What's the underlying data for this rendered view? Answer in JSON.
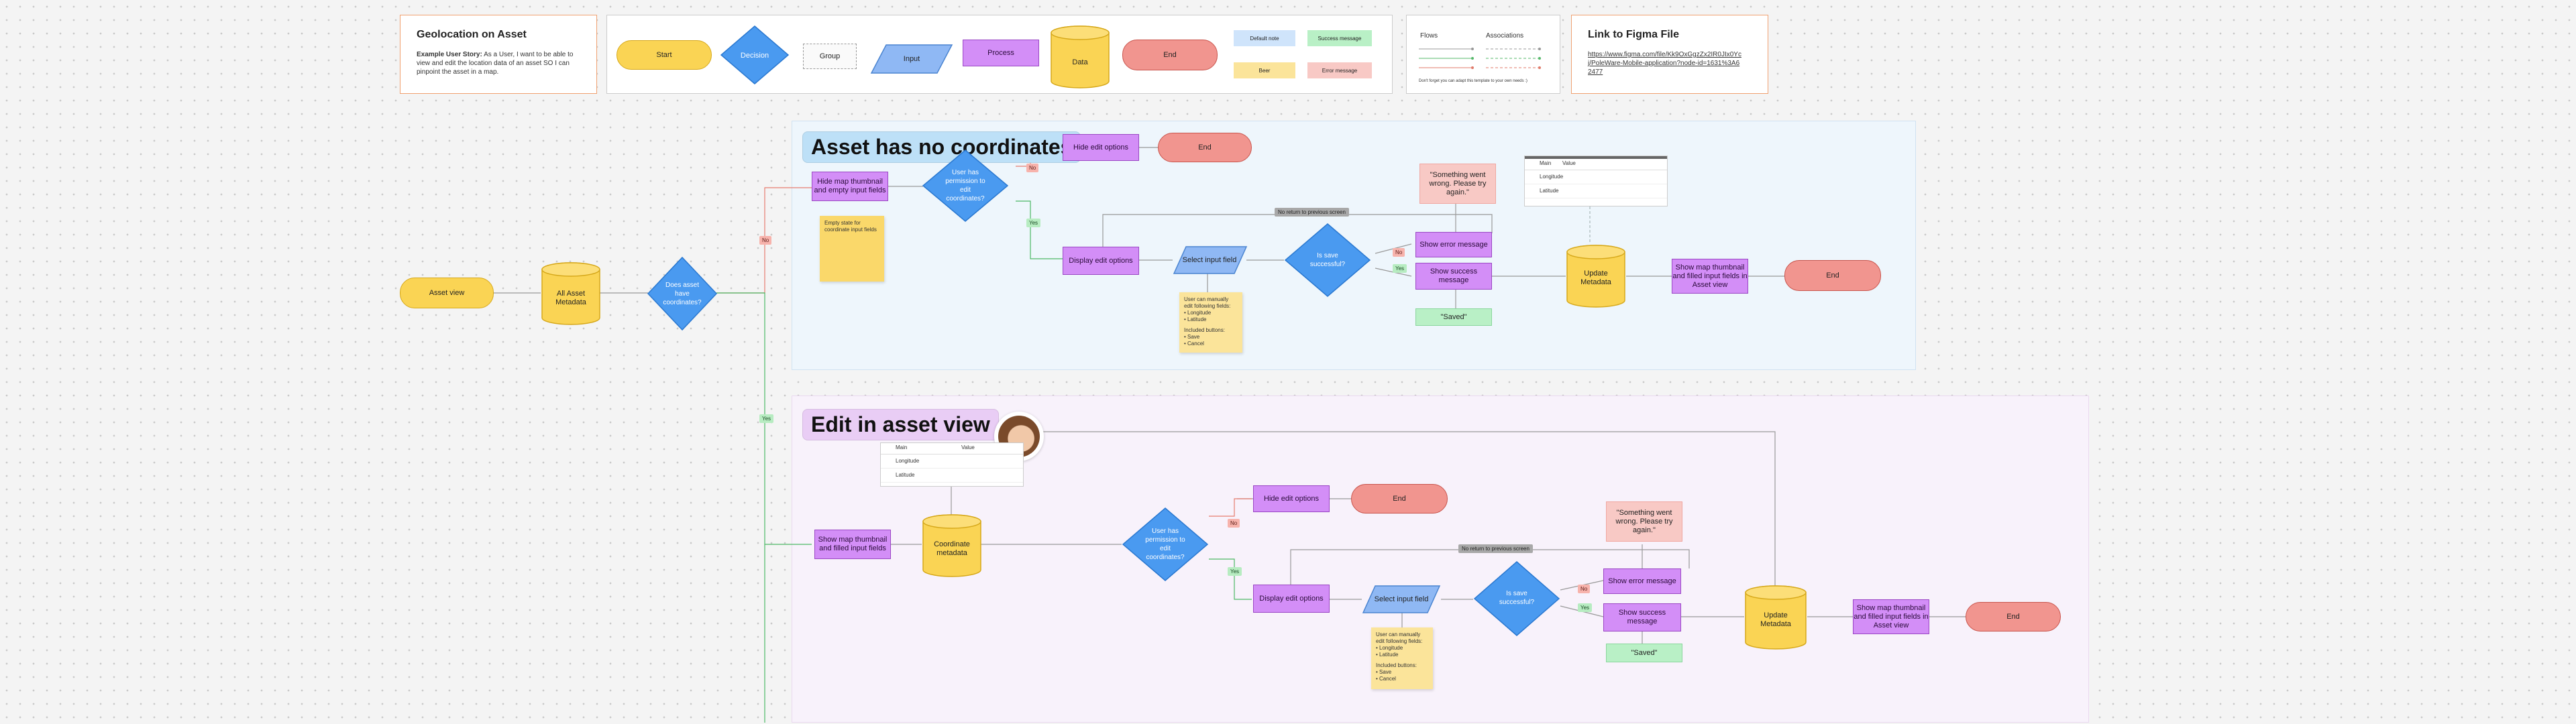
{
  "title_card": {
    "title": "Geolocation on Asset",
    "story_label": "Example User Story:",
    "story_text": "As a User, I want to be able to view and edit the location data of an asset SO I can pinpoint the asset in a map."
  },
  "legend": {
    "start": "Start",
    "decision": "Decision",
    "group": "Group",
    "input": "Input",
    "process": "Process",
    "data": "Data",
    "end": "End",
    "default_note": "Default note",
    "success_message": "Success message",
    "error_message": "Error message",
    "beer": "Beer"
  },
  "flows_card": {
    "flows": "Flows",
    "associations": "Associations",
    "footnote": "Don't forget you can adapt this template to your own needs :)"
  },
  "figma_card": {
    "title": "Link to Figma File",
    "url": "https://www.figma.com/file/Kk9OxGgzZx2IR0JIx0Ycj/PoleWare-Mobile-application?node-id=1631%3A62477"
  },
  "main": {
    "asset_view": "Asset view",
    "all_asset_metadata": "All Asset Metadata",
    "decision_coords": "Does asset have coordinates?",
    "no": "No",
    "yes": "Yes"
  },
  "section1": {
    "title": "Asset has no coordinates",
    "hide_map": "Hide map thumbnail and empty input fields",
    "permission": "User has permission to edit coordinates?",
    "hide_edit": "Hide edit options",
    "end": "End",
    "display_edit": "Display edit options",
    "select_input": "Select input field",
    "save_successful": "Is save successful?",
    "error_text": "\"Something went wrong. Please try again.\"",
    "show_error": "Show error message",
    "show_success": "Show success message",
    "saved": "\"Saved\"",
    "update_metadata": "Update Metadata",
    "show_map_filled": "Show map thumbnail and filled input fields in Asset view",
    "end2": "End",
    "return_tag": "No return to previous screen",
    "no": "No",
    "yes": "Yes",
    "sticky1_text": "Empty state for coordinate input fields",
    "sticky2_lines": [
      "User can manually edit following fields:",
      "• Longitude",
      "• Latitude",
      "",
      "Included buttons:",
      "• Save",
      "• Cancel"
    ],
    "table_header_a": "Main",
    "table_header_b": "Value",
    "longitude": "Longitude",
    "latitude": "Latitude"
  },
  "section2": {
    "title": "Edit in asset view",
    "show_map": "Show map thumbnail and filled input fields",
    "coord_metadata": "Coordinate metadata",
    "permission": "User has permission to edit coordinates?",
    "hide_edit": "Hide edit options",
    "end": "End",
    "display_edit": "Display edit options",
    "select_input": "Select input field",
    "save_successful": "Is save successful?",
    "error_text": "\"Something went wrong. Please try again.\"",
    "show_error": "Show error message",
    "show_success": "Show success message",
    "saved": "\"Saved\"",
    "update_metadata": "Update Metadata",
    "show_map_filled": "Show map thumbnail and filled input fields in Asset view",
    "end2": "End",
    "return_tag": "No return to previous screen",
    "no": "No",
    "yes": "Yes",
    "sticky_lines": [
      "User can manually edit following fields:",
      "• Longitude",
      "• Latitude",
      "",
      "Included buttons:",
      "• Save",
      "• Cancel"
    ],
    "table_header_a": "Main",
    "table_header_b": "Value",
    "longitude": "Longitude",
    "latitude": "Latitude"
  },
  "colors": {
    "process": "#d38ef7",
    "decision": "#4a9af0",
    "input": "#8fb8f4",
    "data": "#fad454",
    "end": "#f1958f",
    "start": "#fad454",
    "section1_bg": "#eef6fc",
    "section2_bg": "#f8f2fb"
  }
}
